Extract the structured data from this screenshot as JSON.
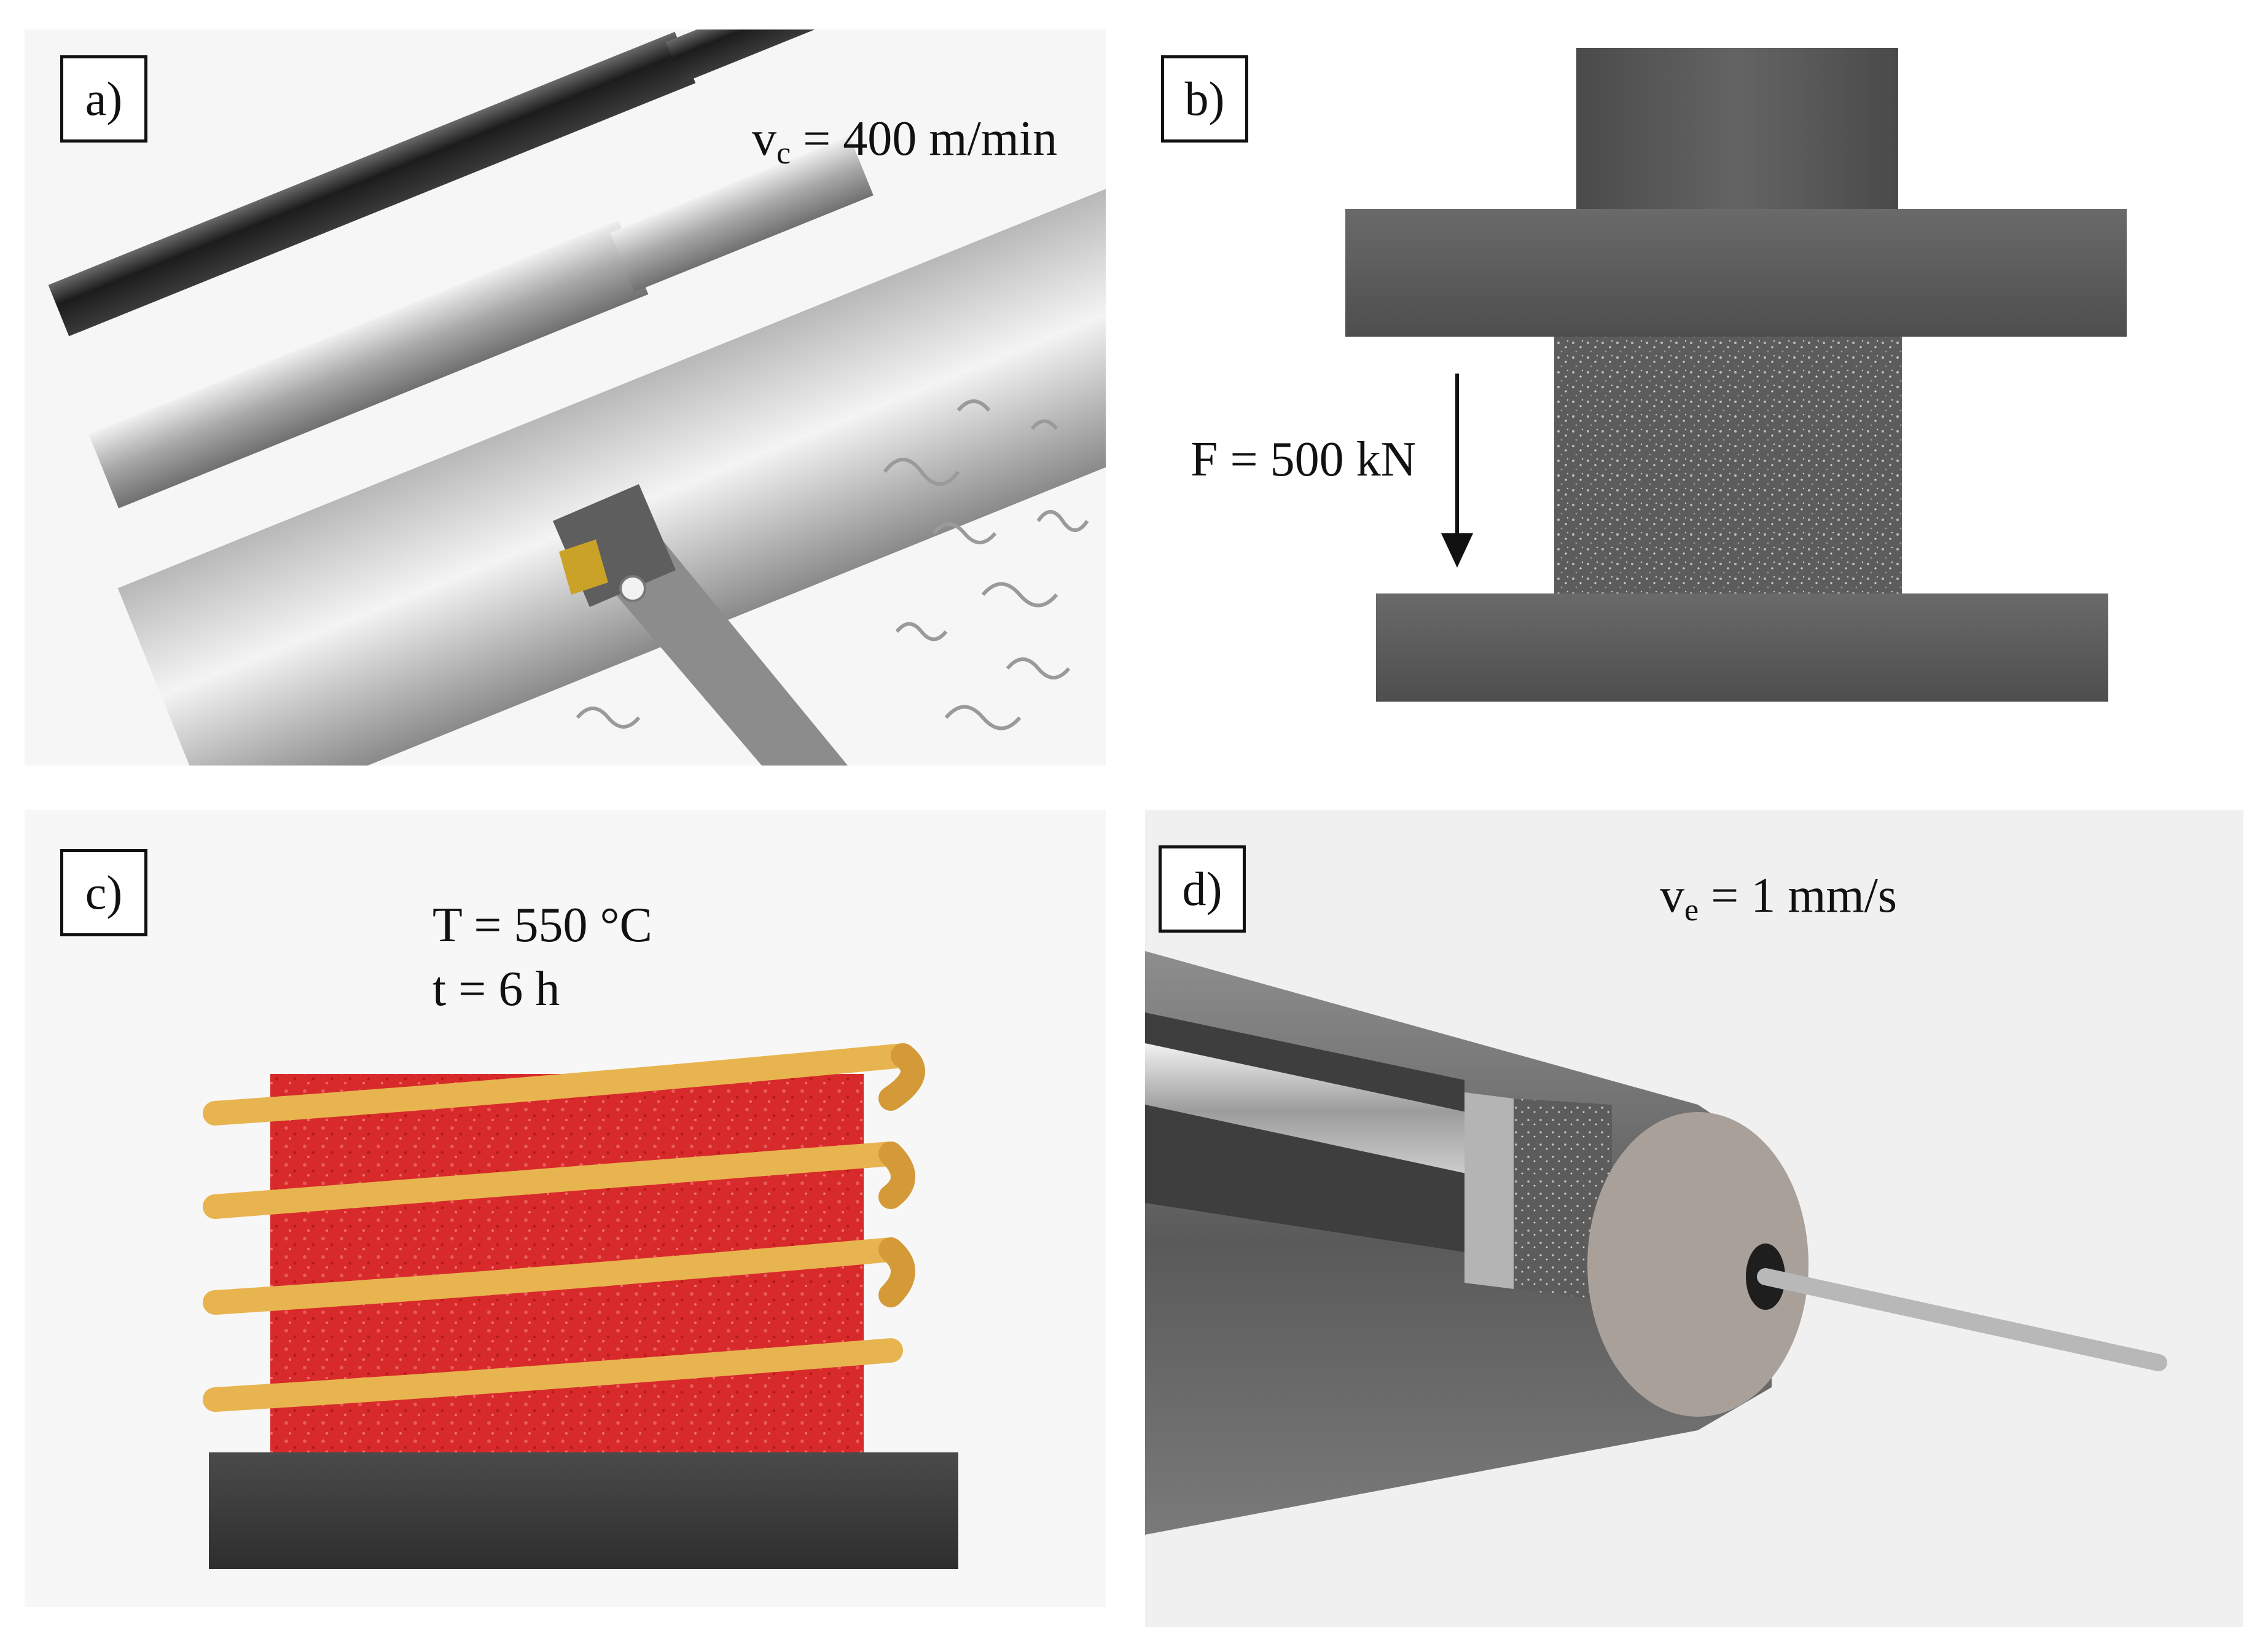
{
  "panels": [
    {
      "label": "a)",
      "caption_symbol": "v",
      "caption_subscript": "c",
      "caption_value": " = 400 m/min"
    },
    {
      "label": "b)",
      "caption_text": "F = 500 kN"
    },
    {
      "label": "c)",
      "caption_line1": "T = 550 °C",
      "caption_line2": "t = 6 h"
    },
    {
      "label": "d)",
      "caption_symbol": "v",
      "caption_subscript": "e",
      "caption_value": " = 1 mm/s"
    }
  ],
  "colors": {
    "steel_dark": "#5a5a5a",
    "steel_light": "#c8c8c8",
    "powder": "#6e6e6e",
    "heated_billet": "#d82a2a",
    "coil": "#e8b450",
    "base_dark": "#3c3c3c",
    "insert_gold": "#c9a227"
  }
}
